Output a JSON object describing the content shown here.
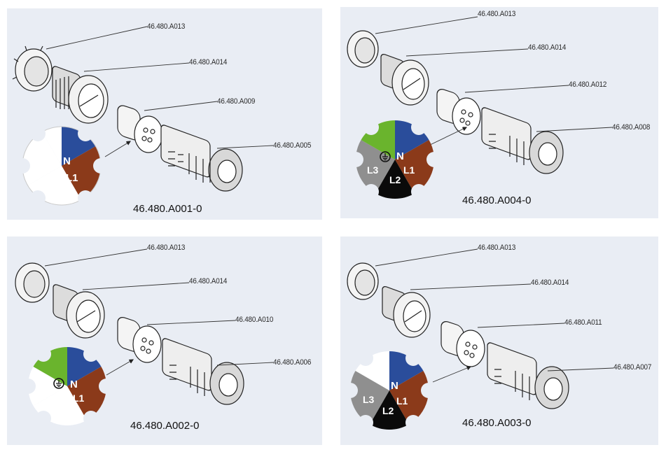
{
  "panels": [
    {
      "assembly": "46.480.A001-0",
      "parts": [
        "46.480.A013",
        "46.480.A014",
        "46.480.A009",
        "46.480.A005"
      ],
      "wiring": [
        "N",
        "L1"
      ]
    },
    {
      "assembly": "46.480.A004-0",
      "parts": [
        "46.480.A013",
        "46.480.A014",
        "46.480.A012",
        "46.480.A008"
      ],
      "wiring": [
        "N",
        "L1",
        "L2",
        "L3"
      ]
    },
    {
      "assembly": "46.480.A002-0",
      "parts": [
        "46.480.A013",
        "46.480.A014",
        "46.480.A010",
        "46.480.A006"
      ],
      "wiring": [
        "N",
        "L1"
      ]
    },
    {
      "assembly": "46.480.A003-0",
      "parts": [
        "46.480.A013",
        "46.480.A014",
        "46.480.A011",
        "46.480.A007"
      ],
      "wiring": [
        "N",
        "L1",
        "L2",
        "L3"
      ]
    }
  ],
  "colors": {
    "panel_bg": "#e9edf4",
    "neutral_blue": "#2a4d9b",
    "phase_brown": "#8b3a1a",
    "phase_black": "#0a0a0a",
    "phase_grey": "#8f8f8f",
    "earth_green": "#6ab42d"
  },
  "icons": [
    "earth-ground-icon"
  ]
}
